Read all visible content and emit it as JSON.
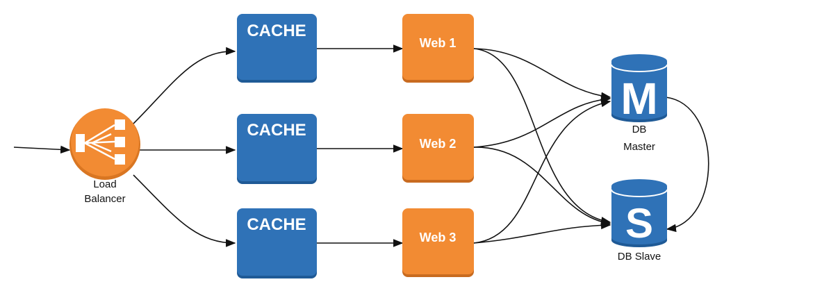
{
  "load_balancer": {
    "label_line1": "Load",
    "label_line2": "Balancer",
    "icon": "load-balancer-icon",
    "color": "#f28b33"
  },
  "caches": [
    {
      "label": "CACHE"
    },
    {
      "label": "CACHE"
    },
    {
      "label": "CACHE"
    }
  ],
  "web_servers": [
    {
      "label": "Web 1"
    },
    {
      "label": "Web 2"
    },
    {
      "label": "Web 3"
    }
  ],
  "db_master": {
    "letter": "M",
    "label_line1": "DB",
    "label_line2": "Master",
    "icon": "database-cylinder-icon"
  },
  "db_slave": {
    "letter": "S",
    "label": "DB Slave",
    "icon": "database-cylinder-icon"
  },
  "colors": {
    "cache_blue": "#2f72b7",
    "web_orange": "#f28b33",
    "db_blue": "#2f72b7",
    "edge": "#111111"
  }
}
